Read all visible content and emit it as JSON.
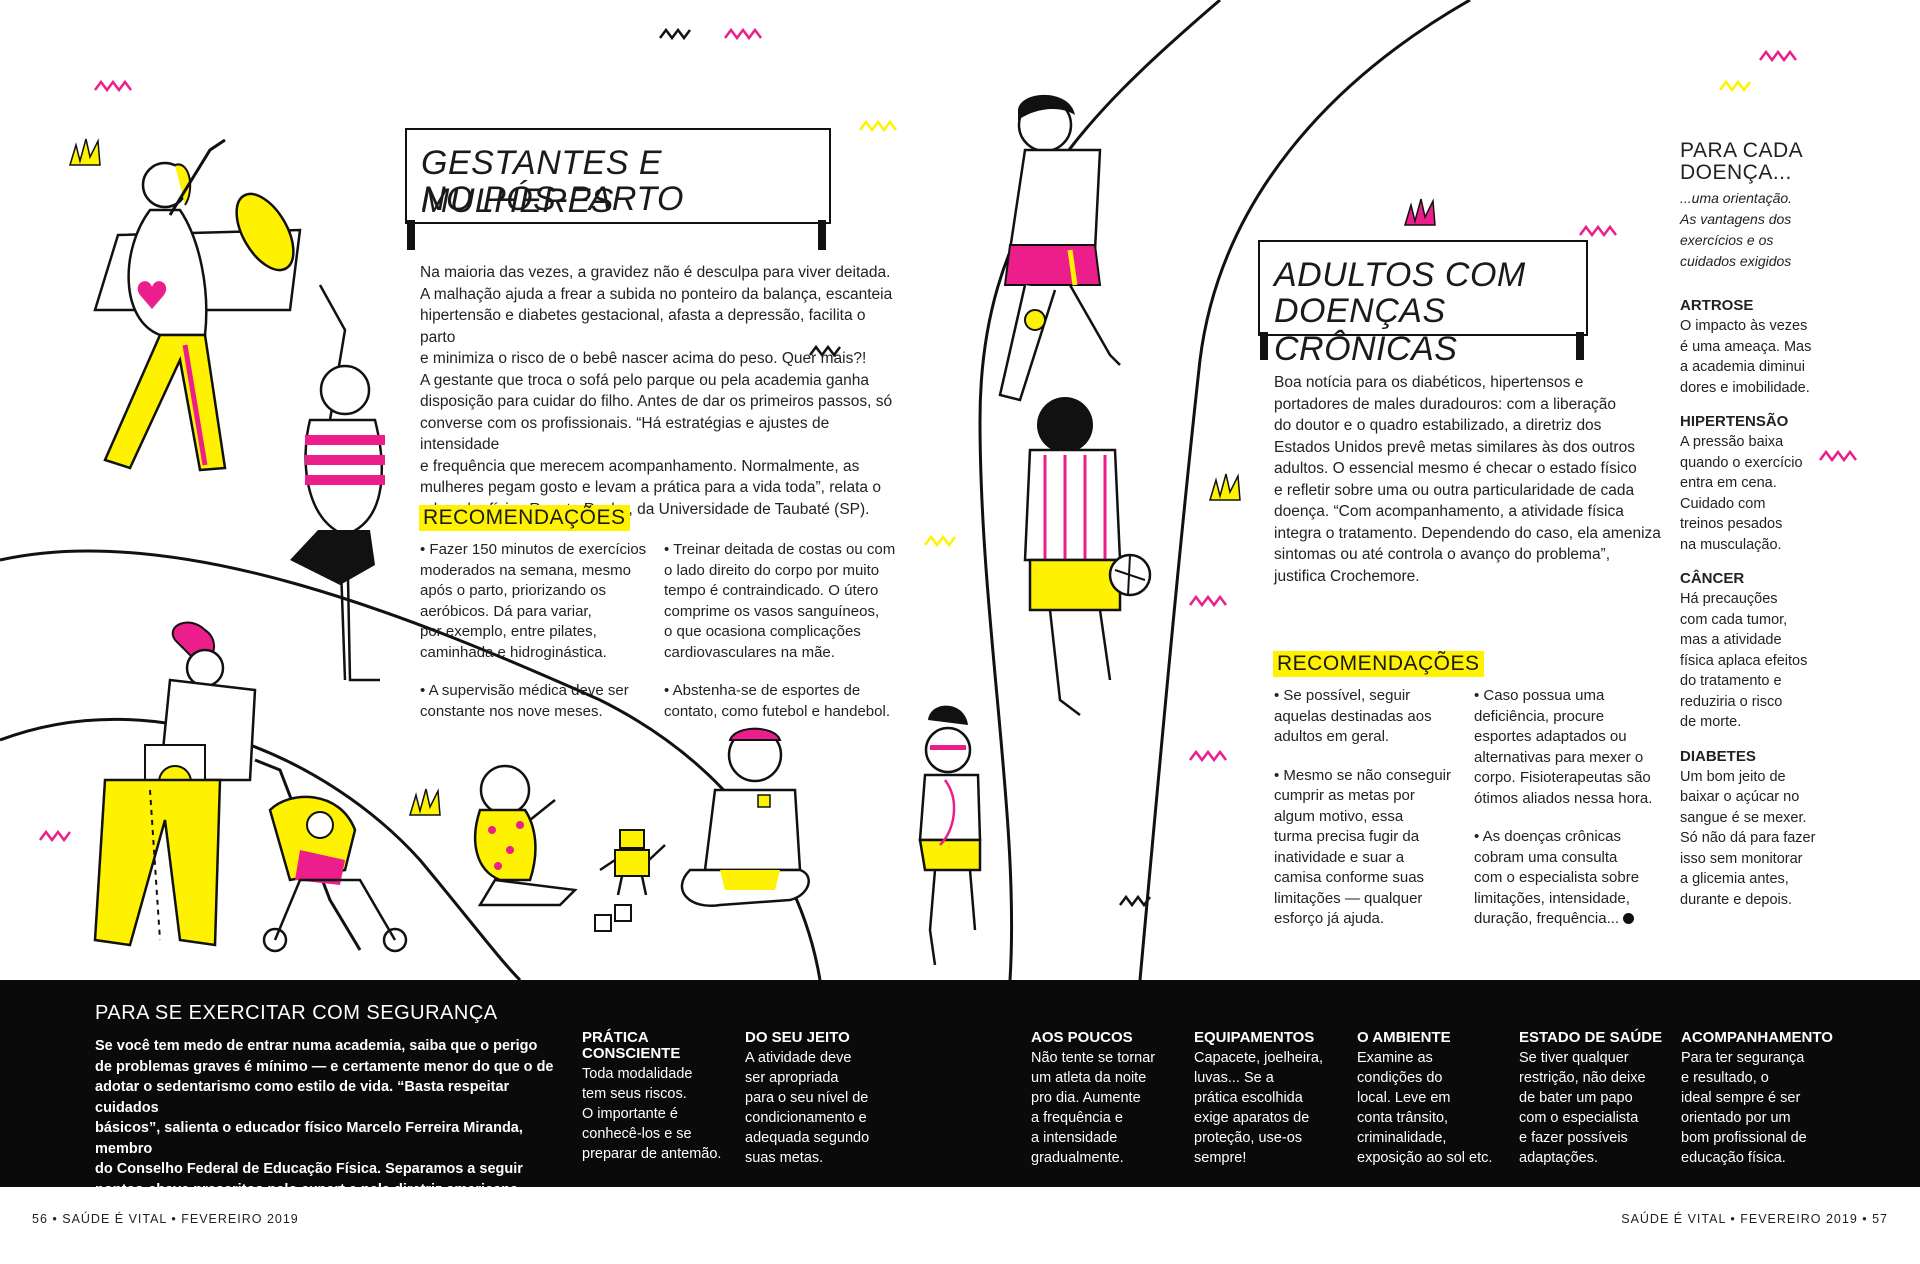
{
  "colors": {
    "pink": "#ec1e8c",
    "yellow": "#fff200",
    "black": "#0a0a0a"
  },
  "left": {
    "sign_title_line1": "GESTANTES E MULHERES",
    "sign_title_line2": "NO PÓS-PARTO",
    "paragraph": [
      "Na maioria das vezes, a gravidez não é desculpa para viver deitada.",
      "A malhação ajuda a frear a subida no ponteiro da balança, escanteia",
      "hipertensão e diabetes gestacional, afasta a depressão, facilita o parto",
      "e minimiza o risco de o bebê nascer acima do peso. Quer mais?!",
      "A gestante que troca o sofá pelo parque ou pela academia ganha",
      "disposição para cuidar do filho. Antes de dar os primeiros passos, só",
      "converse com os profissionais. “Há estratégias e ajustes de intensidade",
      "e frequência que merecem acompanhamento. Normalmente, as",
      "mulheres pegam gosto e levam a prática para a vida toda”, relata o",
      "educador físico Renato Rocha, da Universidade de Taubaté (SP)."
    ],
    "rec_title": "RECOMENDAÇÕES",
    "rec_col1": [
      [
        "• Fazer 150 minutos de exercícios",
        "moderados na semana, mesmo",
        "após o parto, priorizando os",
        "aeróbicos. Dá para variar,",
        "por exemplo, entre pilates,",
        "caminhada e hidroginástica."
      ],
      [
        "• A supervisão médica deve ser",
        "constante nos nove meses."
      ]
    ],
    "rec_col2": [
      [
        "• Treinar deitada de costas ou com",
        "o lado direito do corpo por muito",
        "tempo é contraindicado. O útero",
        "comprime os vasos sanguíneos,",
        "o que ocasiona complicações",
        "cardiovasculares na mãe."
      ],
      [
        "• Abstenha-se de esportes de",
        "contato, como futebol e handebol."
      ]
    ]
  },
  "right": {
    "sign_title_line1": "ADULTOS COM",
    "sign_title_line2": "DOENÇAS CRÔNICAS",
    "paragraph": [
      "Boa notícia para os diabéticos, hipertensos e",
      "portadores de males duradouros: com a liberação",
      "do doutor e o quadro estabilizado, a diretriz dos",
      "Estados Unidos prevê metas similares às dos outros",
      "adultos. O essencial mesmo é checar o estado físico",
      "e refletir sobre uma ou outra particularidade de cada",
      "doença. “Com acompanhamento, a atividade física",
      "integra o tratamento. Dependendo do caso, ela ameniza",
      "sintomas ou até controla o avanço do problema”,",
      "justifica Crochemore."
    ],
    "rec_title": "RECOMENDAÇÕES",
    "rec_col1": [
      [
        "• Se possível, seguir",
        "aquelas destinadas aos",
        "adultos em geral."
      ],
      [
        "• Mesmo se não conseguir",
        "cumprir as metas por",
        "algum motivo, essa",
        "turma precisa fugir da",
        "inatividade e suar a",
        "camisa conforme suas",
        "limitações — qualquer",
        "esforço já ajuda."
      ]
    ],
    "rec_col2": [
      [
        "• Caso possua uma",
        "deficiência, procure",
        "esportes adaptados ou",
        "alternativas para mexer o",
        "corpo. Fisioterapeutas são",
        "ótimos aliados nessa hora."
      ],
      [
        "• As doenças crônicas",
        "cobram uma consulta",
        "com o especialista sobre",
        "limitações, intensidade,",
        "duração, frequência..."
      ]
    ]
  },
  "sidebar": {
    "title_line1": "PARA CADA",
    "title_line2": "DOENÇA...",
    "subtitle": [
      "...uma orientação.",
      "As vantagens dos",
      "exercícios e os",
      "cuidados exigidos"
    ],
    "items": [
      {
        "name": "ARTROSE",
        "lines": [
          "O impacto às vezes",
          "é uma ameaça. Mas",
          "a academia diminui",
          "dores e imobilidade."
        ]
      },
      {
        "name": "HIPERTENSÃO",
        "lines": [
          "A pressão baixa",
          "quando o exercício",
          "entra em cena.",
          "Cuidado com",
          "treinos pesados",
          "na musculação."
        ]
      },
      {
        "name": "CÂNCER",
        "lines": [
          "Há precauções",
          "com cada tumor,",
          "mas a atividade",
          "física aplaca efeitos",
          "do tratamento e",
          "reduziria o risco",
          "de morte."
        ]
      },
      {
        "name": "DIABETES",
        "lines": [
          "Um bom jeito de",
          "baixar o açúcar no",
          "sangue é se mexer.",
          "Só não dá para fazer",
          "isso sem monitorar",
          "a glicemia antes,",
          "durante e depois."
        ]
      }
    ]
  },
  "band": {
    "title": "PARA SE EXERCITAR COM SEGURANÇA",
    "intro": [
      "Se você tem medo de entrar numa academia, saiba que o perigo",
      "de problemas graves é mínimo — e certamente menor do que o de",
      "adotar o sedentarismo como estilo de vida. “Basta respeitar cuidados",
      "básicos”, salienta o educador físico Marcelo Ferreira Miranda, membro",
      "do Conselho Federal de Educação Física. Separamos a seguir",
      "pontos-chave prescritos pelo expert e pela diretriz americana."
    ],
    "columns": [
      {
        "title": [
          "PRÁTICA",
          "CONSCIENTE"
        ],
        "lines": [
          "Toda modalidade",
          "tem seus riscos.",
          "O importante é",
          "conhecê-los e se",
          "preparar de antemão."
        ]
      },
      {
        "title": [
          "DO SEU JEITO"
        ],
        "lines": [
          "A atividade deve",
          "ser apropriada",
          "para o seu nível de",
          "condicionamento e",
          "adequada segundo",
          "suas metas."
        ]
      },
      {
        "title": [
          "AOS POUCOS"
        ],
        "lines": [
          "Não tente se tornar",
          "um atleta da noite",
          "pro dia. Aumente",
          "a frequência e",
          "a intensidade",
          "gradualmente."
        ]
      },
      {
        "title": [
          "EQUIPAMENTOS"
        ],
        "lines": [
          "Capacete, joelheira,",
          "luvas... Se a",
          "prática escolhida",
          "exige aparatos de",
          "proteção, use-os",
          "sempre!"
        ]
      },
      {
        "title": [
          "O AMBIENTE"
        ],
        "lines": [
          "Examine as",
          "condições do",
          "local. Leve em",
          "conta trânsito,",
          "criminalidade,",
          "exposição ao sol etc."
        ]
      },
      {
        "title": [
          "ESTADO DE SAÚDE"
        ],
        "lines": [
          "Se tiver qualquer",
          "restrição, não deixe",
          "de bater um papo",
          "com o especialista",
          "e fazer possíveis",
          "adaptações."
        ]
      },
      {
        "title": [
          "ACOMPANHAMENTO"
        ],
        "lines": [
          "Para ter segurança",
          "e resultado, o",
          "ideal sempre é ser",
          "orientado por um",
          "bom profissional de",
          "educação física."
        ]
      }
    ]
  },
  "footer": {
    "left": "56 • SAÚDE É VITAL • FEVEREIRO 2019",
    "right": "SAÚDE É VITAL • FEVEREIRO 2019 • 57"
  }
}
